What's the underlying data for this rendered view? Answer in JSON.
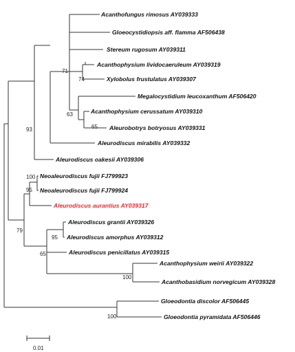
{
  "taxa": [
    {
      "id": "t1",
      "label": "Acanthofungus rimosus AY039333"
    },
    {
      "id": "t2",
      "label": "Gloeocystidiopsis aff. flamma AF506438"
    },
    {
      "id": "t3",
      "label": "Stereum rugosum AY039311"
    },
    {
      "id": "t4",
      "label": "Acanthophysium lividocaeruleum AY039319"
    },
    {
      "id": "t5",
      "label": "Xylobolus frustulatus AY039307"
    },
    {
      "id": "t6",
      "label": "Megalocystidium leucoxanthum AF506420"
    },
    {
      "id": "t7",
      "label": "Acanthophysium cerussatum AY039310"
    },
    {
      "id": "t8",
      "label": "Aleurobotrys botryosus AY039331"
    },
    {
      "id": "t9",
      "label": "Aleurodiscus mirabilis AY039332"
    },
    {
      "id": "t10",
      "label": "Aleurodiscus oakesii AY039306"
    },
    {
      "id": "t11",
      "label": "Neoaleurodiscus fujii FJ799923"
    },
    {
      "id": "t12",
      "label": "Neoaleurodiscus fujii FJ799924"
    },
    {
      "id": "t13",
      "label": "Aleurodiscus aurantius AY039317",
      "highlight": true,
      "color": "#e8262b"
    },
    {
      "id": "t14",
      "label": "Aleurodiscus grantii AY039326"
    },
    {
      "id": "t15",
      "label": "Aleurodiscus amorphus AY039312"
    },
    {
      "id": "t16",
      "label": "Aleurodiscus penicillatus AY039315"
    },
    {
      "id": "t17",
      "label": "Acanthophysium weirii AY039322"
    },
    {
      "id": "t18",
      "label": "Acanthobasidium norvegicum AY039328"
    },
    {
      "id": "t19",
      "label": "Gloeodontia discolor AF506445"
    },
    {
      "id": "t20",
      "label": "Gloeodontia pyramidata AF506446"
    }
  ],
  "bootstrap": {
    "n_4_5": "74",
    "n_7_8": "65",
    "n_6_8": "63",
    "n_1_8": "71",
    "n_1_10": "93",
    "n_11_12_b": "100",
    "n_11_12_a": "95",
    "n_14_15": "95",
    "n_17_18": "100",
    "n_14_18": "65",
    "n_11_18": "79",
    "n_19_20": "100"
  },
  "scale": {
    "label": "0.01"
  },
  "colors": {
    "branch": "#333333",
    "highlight": "#e8262b",
    "text": "#111111"
  }
}
